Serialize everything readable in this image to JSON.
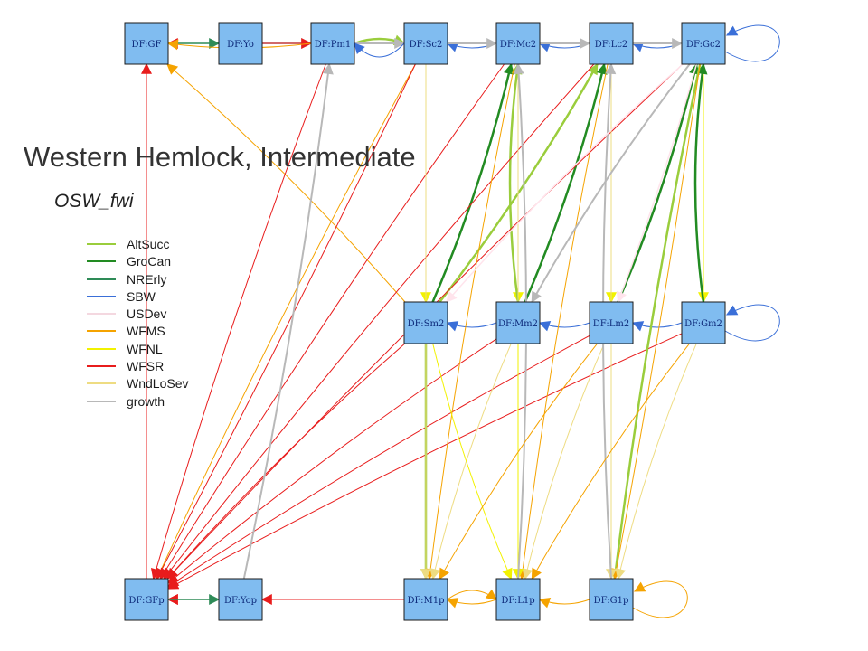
{
  "title": "Western Hemlock, Intermediate",
  "subtitle": "OSW_fwi",
  "legend": [
    {
      "label": "AltSucc",
      "color": "#9acd3c"
    },
    {
      "label": "GroCan",
      "color": "#228b22"
    },
    {
      "label": "NRErly",
      "color": "#2e8b57"
    },
    {
      "label": "SBW",
      "color": "#3a6fd8"
    },
    {
      "label": "USDev",
      "color": "#ffe4ec"
    },
    {
      "label": "WFMS",
      "color": "#f5a300"
    },
    {
      "label": "WFNL",
      "color": "#f2f200"
    },
    {
      "label": "WFSR",
      "color": "#e81c1c"
    },
    {
      "label": "WndLoSev",
      "color": "#eedc82"
    },
    {
      "label": "growth",
      "color": "#b8b8b8"
    }
  ],
  "nodes": [
    {
      "id": "GF",
      "label": "DF:GF"
    },
    {
      "id": "Yo",
      "label": "DF:Yo"
    },
    {
      "id": "Pm1",
      "label": "DF:Pm1"
    },
    {
      "id": "Sc2",
      "label": "DF:Sc2"
    },
    {
      "id": "Mc2",
      "label": "DF:Mc2"
    },
    {
      "id": "Lc2",
      "label": "DF:Lc2"
    },
    {
      "id": "Gc2",
      "label": "DF:Gc2"
    },
    {
      "id": "Sm2",
      "label": "DF:Sm2"
    },
    {
      "id": "Mm2",
      "label": "DF:Mm2"
    },
    {
      "id": "Lm2",
      "label": "DF:Lm2"
    },
    {
      "id": "Gm2",
      "label": "DF:Gm2"
    },
    {
      "id": "GFp",
      "label": "DF:GFp"
    },
    {
      "id": "Yop",
      "label": "DF:Yop"
    },
    {
      "id": "M1p",
      "label": "DF:M1p"
    },
    {
      "id": "L1p",
      "label": "DF:L1p"
    },
    {
      "id": "G1p",
      "label": "DF:G1p"
    }
  ],
  "edges": [
    {
      "from": "Yo",
      "to": "GF",
      "type": "WFSR"
    },
    {
      "from": "GF",
      "to": "Yo",
      "type": "NRErly"
    },
    {
      "from": "Yo",
      "to": "Pm1",
      "type": "growth"
    },
    {
      "from": "Yo",
      "to": "Pm1",
      "type": "WFSR"
    },
    {
      "from": "Pm1",
      "to": "Sc2",
      "type": "AltSucc"
    },
    {
      "from": "Pm1",
      "to": "Sc2",
      "type": "growth"
    },
    {
      "from": "Sc2",
      "to": "Pm1",
      "type": "SBW"
    },
    {
      "from": "Mc2",
      "to": "Sc2",
      "type": "SBW"
    },
    {
      "from": "Sc2",
      "to": "Mc2",
      "type": "growth"
    },
    {
      "from": "Lc2",
      "to": "Mc2",
      "type": "SBW"
    },
    {
      "from": "Mc2",
      "to": "Lc2",
      "type": "growth"
    },
    {
      "from": "Gc2",
      "to": "Lc2",
      "type": "SBW"
    },
    {
      "from": "Lc2",
      "to": "Gc2",
      "type": "growth"
    },
    {
      "from": "Gc2",
      "to": "Gc2",
      "type": "SBW"
    },
    {
      "from": "Pm1",
      "to": "GF",
      "type": "WFMS"
    },
    {
      "from": "Sc2",
      "to": "Sm2",
      "type": "WFNL"
    },
    {
      "from": "Mc2",
      "to": "Mm2",
      "type": "WFNL"
    },
    {
      "from": "Lc2",
      "to": "Lm2",
      "type": "WFNL"
    },
    {
      "from": "Gc2",
      "to": "Gm2",
      "type": "WFNL"
    },
    {
      "from": "Sm2",
      "to": "Mc2",
      "type": "GroCan"
    },
    {
      "from": "Mm2",
      "to": "Mc2",
      "type": "AltSucc"
    },
    {
      "from": "Sm2",
      "to": "Lc2",
      "type": "AltSucc"
    },
    {
      "from": "Mm2",
      "to": "Lc2",
      "type": "GroCan"
    },
    {
      "from": "Lm2",
      "to": "Gc2",
      "type": "GroCan"
    },
    {
      "from": "Gm2",
      "to": "Gc2",
      "type": "GroCan"
    },
    {
      "from": "Mm2",
      "to": "Sm2",
      "type": "SBW"
    },
    {
      "from": "Lm2",
      "to": "Mm2",
      "type": "SBW"
    },
    {
      "from": "Gm2",
      "to": "Lm2",
      "type": "SBW"
    },
    {
      "from": "Gm2",
      "to": "Gm2",
      "type": "SBW"
    },
    {
      "from": "Sm2",
      "to": "GF",
      "type": "WFMS"
    },
    {
      "from": "Sc2",
      "to": "GFp",
      "type": "WFMS"
    },
    {
      "from": "Pm1",
      "to": "GFp",
      "type": "WFSR"
    },
    {
      "from": "Sc2",
      "to": "GFp",
      "type": "WFSR"
    },
    {
      "from": "Mc2",
      "to": "GFp",
      "type": "WFSR"
    },
    {
      "from": "Lc2",
      "to": "GFp",
      "type": "WFSR"
    },
    {
      "from": "Gc2",
      "to": "GFp",
      "type": "WFSR"
    },
    {
      "from": "Sm2",
      "to": "GFp",
      "type": "WFSR"
    },
    {
      "from": "Mm2",
      "to": "GFp",
      "type": "WFSR"
    },
    {
      "from": "Lm2",
      "to": "GFp",
      "type": "WFSR"
    },
    {
      "from": "Gm2",
      "to": "GFp",
      "type": "WFSR"
    },
    {
      "from": "M1p",
      "to": "GFp",
      "type": "WFSR"
    },
    {
      "from": "GFp",
      "to": "GF",
      "type": "WFSR"
    },
    {
      "from": "Yop",
      "to": "GFp",
      "type": "WFSR"
    },
    {
      "from": "GFp",
      "to": "Yop",
      "type": "NRErly"
    },
    {
      "from": "Yop",
      "to": "Pm1",
      "type": "growth"
    },
    {
      "from": "M1p",
      "to": "Yop",
      "type": "WFSR"
    },
    {
      "from": "Sm2",
      "to": "M1p",
      "type": "AltSucc"
    },
    {
      "from": "Gc2",
      "to": "G1p",
      "type": "AltSucc"
    },
    {
      "from": "Mc2",
      "to": "M1p",
      "type": "WFMS"
    },
    {
      "from": "Lc2",
      "to": "L1p",
      "type": "WFMS"
    },
    {
      "from": "Gc2",
      "to": "G1p",
      "type": "WFMS"
    },
    {
      "from": "Mm2",
      "to": "M1p",
      "type": "WndLoSev"
    },
    {
      "from": "Lm2",
      "to": "L1p",
      "type": "WndLoSev"
    },
    {
      "from": "Gm2",
      "to": "G1p",
      "type": "WndLoSev"
    },
    {
      "from": "Sc2",
      "to": "M1p",
      "type": "WndLoSev"
    },
    {
      "from": "Mc2",
      "to": "L1p",
      "type": "WndLoSev"
    },
    {
      "from": "Lc2",
      "to": "G1p",
      "type": "WndLoSev"
    },
    {
      "from": "Sm2",
      "to": "L1p",
      "type": "WFNL"
    },
    {
      "from": "Mm2",
      "to": "L1p",
      "type": "WFNL"
    },
    {
      "from": "L1p",
      "to": "Mc2",
      "type": "growth"
    },
    {
      "from": "G1p",
      "to": "Lc2",
      "type": "growth"
    },
    {
      "from": "Gc2",
      "to": "Mm2",
      "type": "growth"
    },
    {
      "from": "L1p",
      "to": "M1p",
      "type": "WFMS"
    },
    {
      "from": "M1p",
      "to": "L1p",
      "type": "WFMS"
    },
    {
      "from": "G1p",
      "to": "L1p",
      "type": "WFMS"
    },
    {
      "from": "G1p",
      "to": "G1p",
      "type": "WFMS"
    },
    {
      "from": "Lm2",
      "to": "M1p",
      "type": "WFMS"
    },
    {
      "from": "Gm2",
      "to": "L1p",
      "type": "WFMS"
    },
    {
      "from": "Gc2",
      "to": "Lm2",
      "type": "USDev"
    },
    {
      "from": "Gc2",
      "to": "Sm2",
      "type": "USDev"
    }
  ]
}
